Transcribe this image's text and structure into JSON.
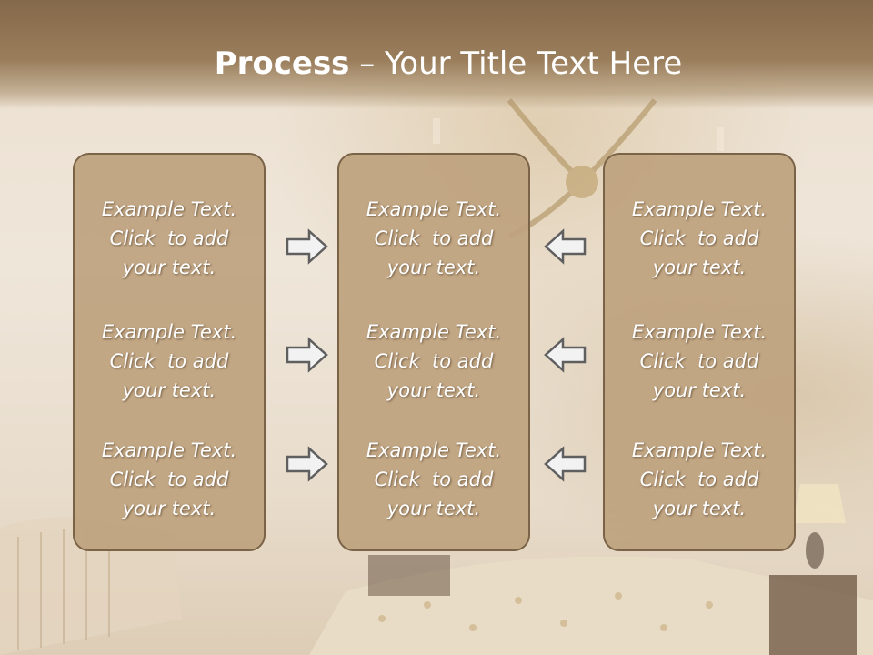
{
  "slide": {
    "title_bold": "Process",
    "title_rest": " – Your Title Text Here"
  },
  "columns": [
    {
      "items": [
        {
          "lines": [
            "Example Text.",
            "Click  to add",
            "your text."
          ]
        },
        {
          "lines": [
            "Example Text.",
            "Click  to add",
            "your text."
          ]
        },
        {
          "lines": [
            "Example Text.",
            "Click  to add",
            "your text."
          ]
        }
      ]
    },
    {
      "items": [
        {
          "lines": [
            "Example Text.",
            "Click  to add",
            "your text."
          ]
        },
        {
          "lines": [
            "Example Text.",
            "Click  to add",
            "your text."
          ]
        },
        {
          "lines": [
            "Example Text.",
            "Click  to add",
            "your text."
          ]
        }
      ]
    },
    {
      "items": [
        {
          "lines": [
            "Example Text.",
            "Click  to add",
            "your text."
          ]
        },
        {
          "lines": [
            "Example Text.",
            "Click  to add",
            "your text."
          ]
        },
        {
          "lines": [
            "Example Text.",
            "Click  to add",
            "your text."
          ]
        }
      ]
    }
  ],
  "arrows": [
    {
      "direction": "right",
      "icon": "arrow-right-icon"
    },
    {
      "direction": "right",
      "icon": "arrow-right-icon"
    },
    {
      "direction": "right",
      "icon": "arrow-right-icon"
    },
    {
      "direction": "left",
      "icon": "arrow-left-icon"
    },
    {
      "direction": "left",
      "icon": "arrow-left-icon"
    },
    {
      "direction": "left",
      "icon": "arrow-left-icon"
    }
  ],
  "colors": {
    "header": "#8c7050",
    "panel_fill": "#bea37f",
    "panel_border": "#7a6347",
    "text": "#ffffff",
    "arrow_fill": "#f2f2f2",
    "arrow_stroke": "#5f5f5f"
  }
}
